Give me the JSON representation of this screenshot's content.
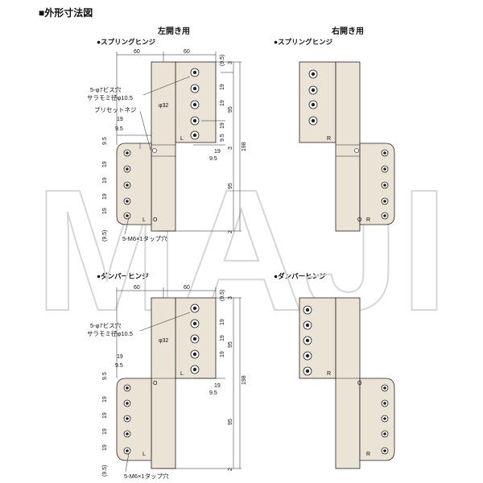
{
  "title": "■外形寸法図",
  "columns": {
    "left": "左開き用",
    "right": "右開き用"
  },
  "sections": {
    "spring": "●スプリングヒンジ",
    "damper": "●ダンパーヒンジ"
  },
  "watermark": "MAJI",
  "dims": {
    "d60": "60",
    "d19": "19",
    "d9_5": "9.5",
    "d9_5p": "(9.5)",
    "d3": "3",
    "d95": "95",
    "d198": "198",
    "d2": "2",
    "d32": "φ32"
  },
  "notes": {
    "hole5": "5-φ7ビス穴",
    "countersink": "サラモミ径φ10.5",
    "preset": "プリセットネジ",
    "tap": "5-M6×1タップ穴"
  },
  "marks": {
    "L": "L",
    "R": "R",
    "O": "O"
  }
}
